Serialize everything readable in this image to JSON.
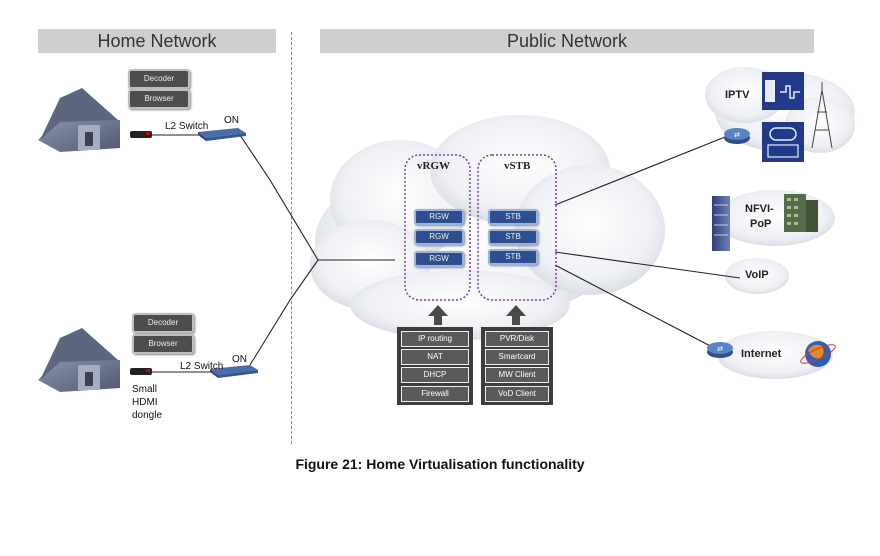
{
  "headers": {
    "home": "Home Network",
    "public": "Public Network"
  },
  "home_top": {
    "decoder": "Decoder",
    "browser": "Browser",
    "switch": "L2 Switch",
    "on": "ON"
  },
  "home_bottom": {
    "decoder": "Decoder",
    "browser": "Browser",
    "switch": "L2 Switch",
    "on": "ON",
    "dongle_line1": "Small",
    "dongle_line2": "HDMI",
    "dongle_line3": "dongle"
  },
  "vrgw": {
    "title": "vRGW",
    "items": [
      "RGW",
      "RGW",
      "RGW"
    ],
    "functions": [
      "IP routing",
      "NAT",
      "DHCP",
      "Firewall"
    ]
  },
  "vstb": {
    "title": "vSTB",
    "items": [
      "STB",
      "STB",
      "STB"
    ],
    "functions": [
      "PVR/Disk",
      "Smartcard",
      "MW Client",
      "VoD Client"
    ]
  },
  "services": {
    "iptv": "IPTV",
    "nfvi_line1": "NFVI-",
    "nfvi_line2": "PoP",
    "voip": "VoIP",
    "internet": "Internet"
  },
  "caption": "Figure 21: Home Virtualisation functionality"
}
